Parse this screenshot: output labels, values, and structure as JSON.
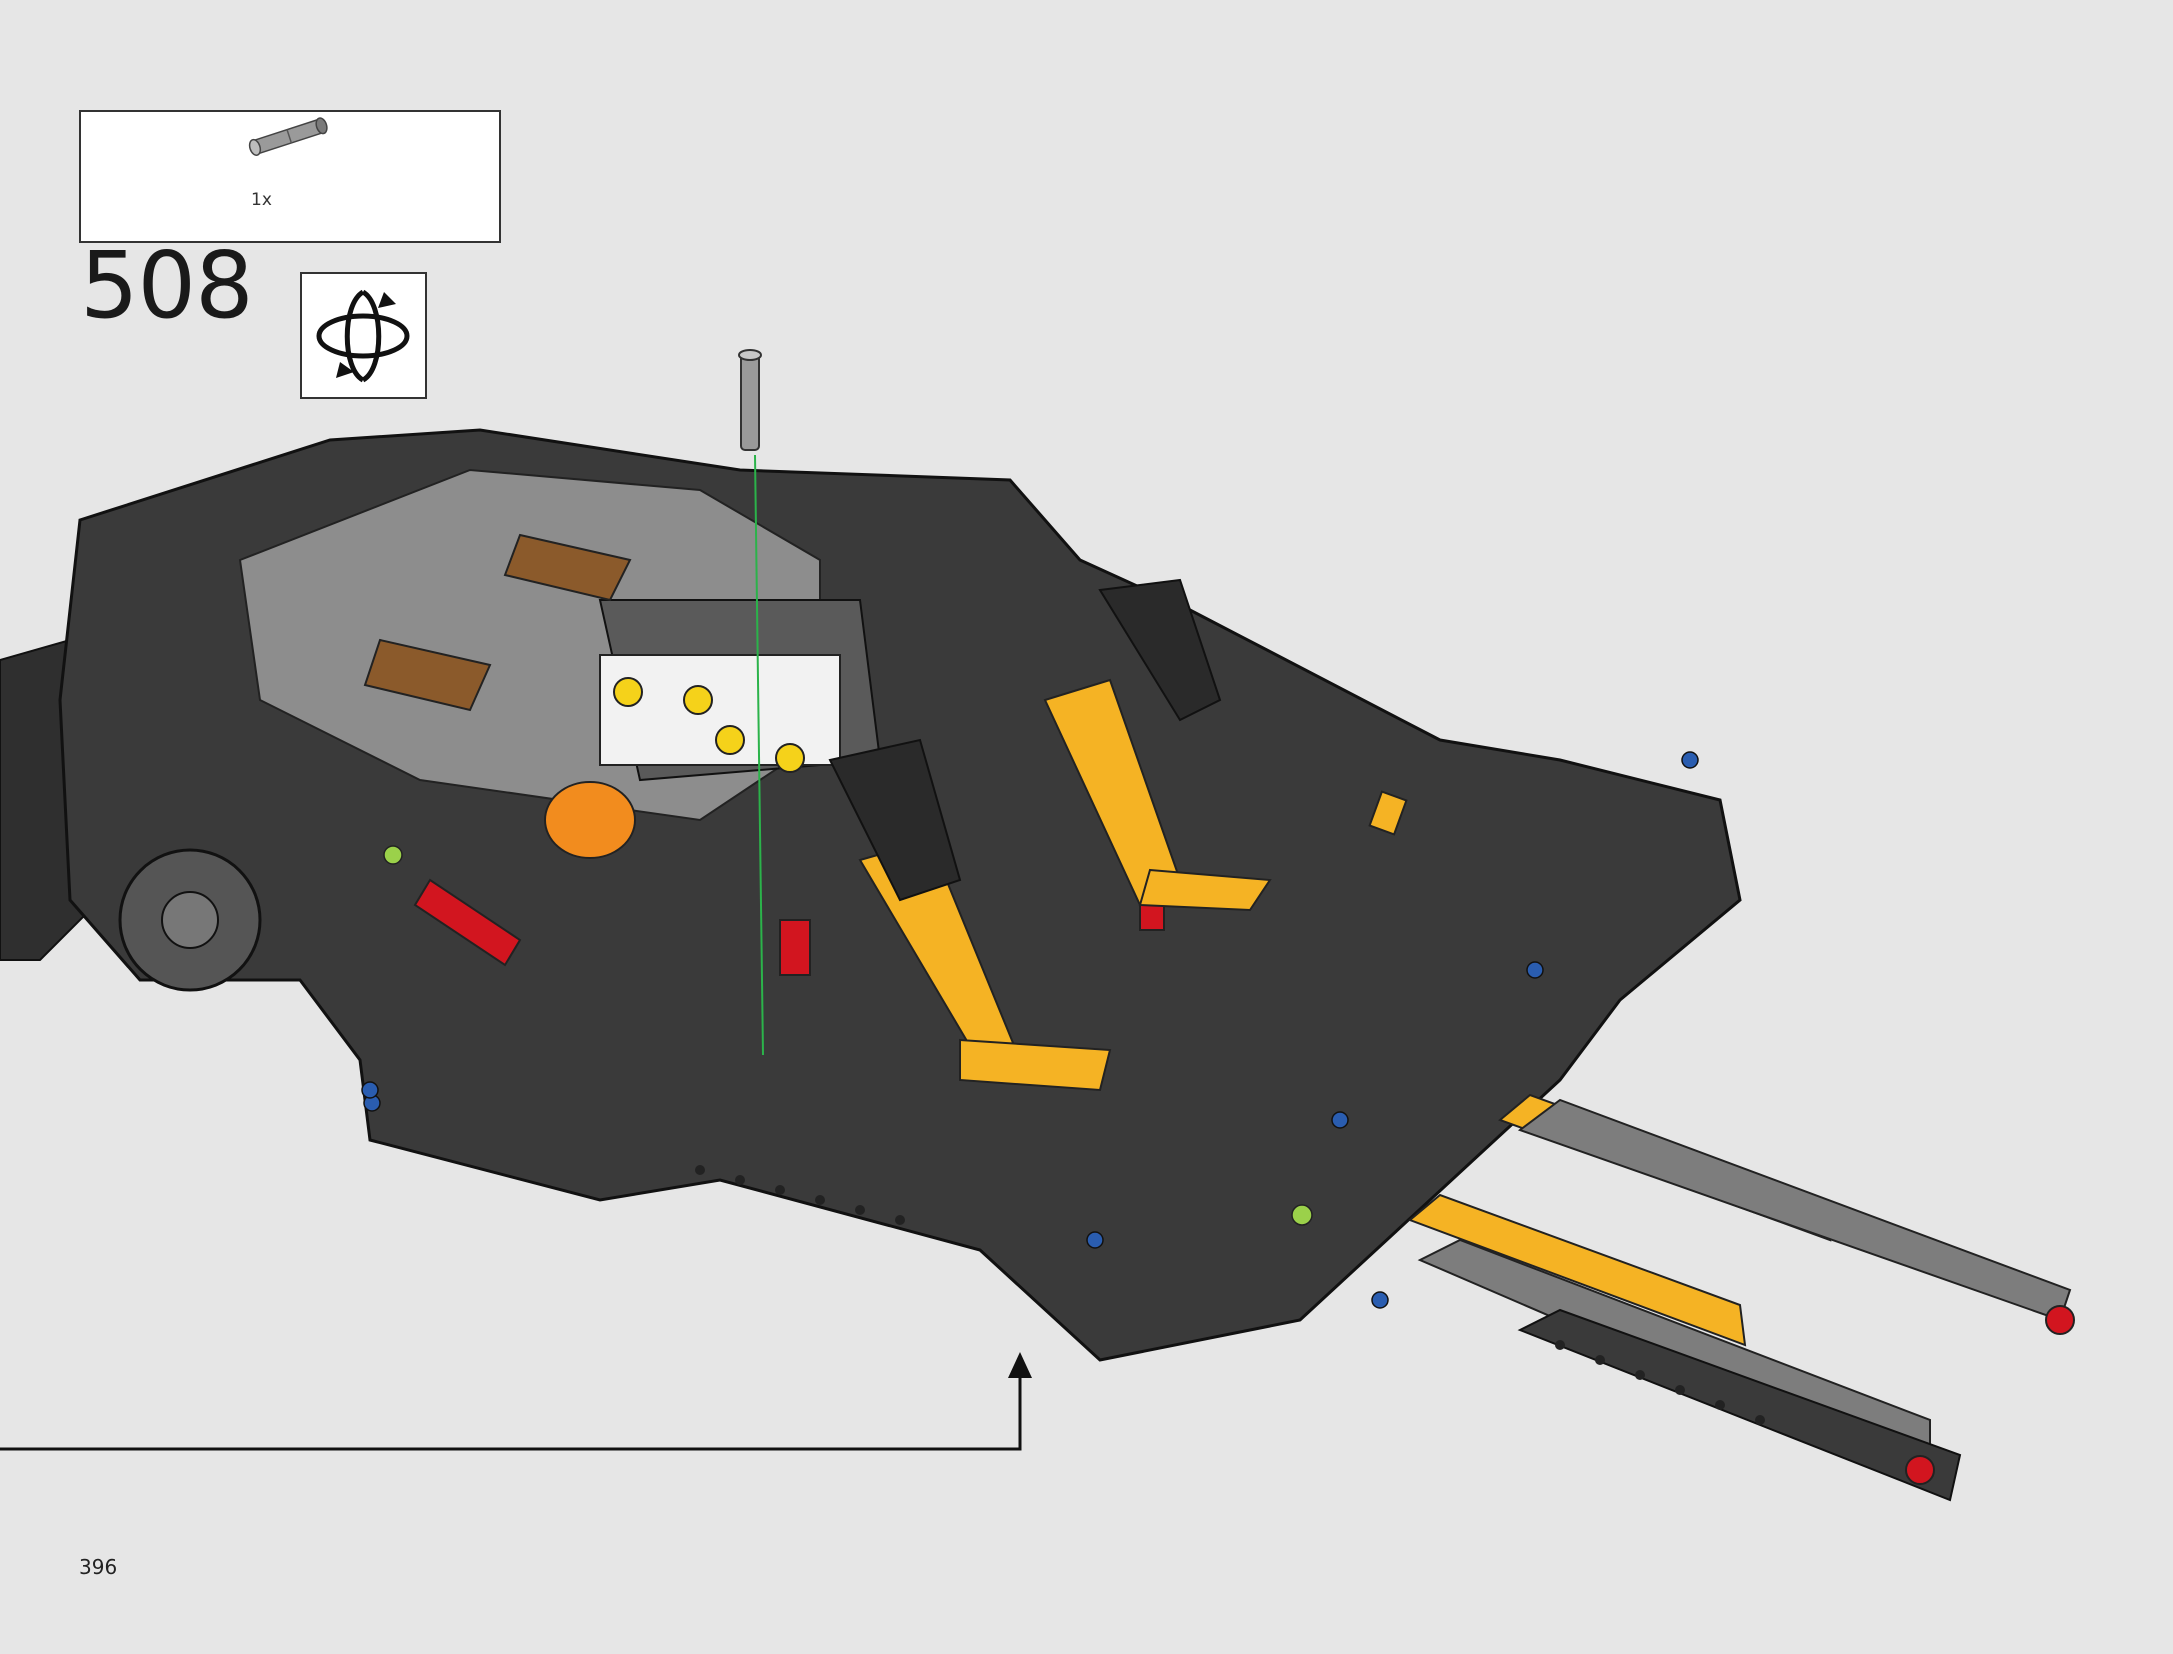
{
  "parts_callout": {
    "items": [
      {
        "icon": "axle-pin-icon",
        "quantity": "1x",
        "color": "#9a9a9a"
      }
    ]
  },
  "step": {
    "number": "508"
  },
  "rotate_indicator": {
    "icon": "rotate-model-icon"
  },
  "page": {
    "number": "396"
  },
  "colors": {
    "background": "#e6e6e6",
    "frame_dark": "#3a3a3a",
    "beam_yellow": "#f5b324",
    "accent_red": "#d2151f",
    "pin_blue": "#2a5db0",
    "guide_green": "#2bb34a"
  }
}
